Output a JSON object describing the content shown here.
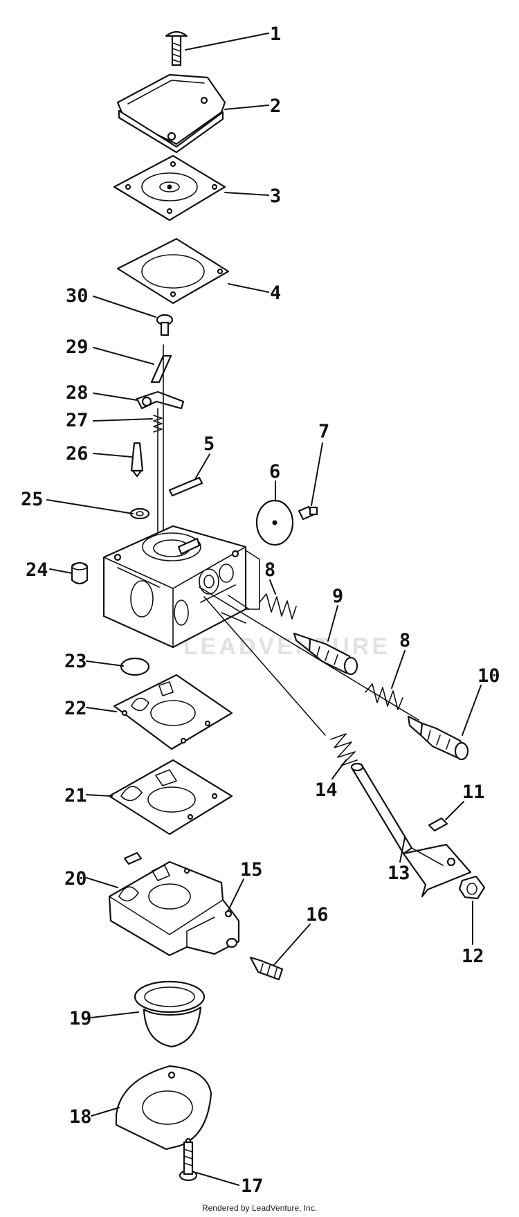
{
  "diagram": {
    "callouts": [
      "1",
      "2",
      "3",
      "4",
      "5",
      "6",
      "7",
      "8",
      "9",
      "8",
      "10",
      "11",
      "12",
      "13",
      "14",
      "15",
      "16",
      "17",
      "18",
      "19",
      "20",
      "21",
      "22",
      "23",
      "24",
      "25",
      "26",
      "27",
      "28",
      "29",
      "30"
    ],
    "watermark": "LEADVENTURE"
  },
  "footer": {
    "text": "Rendered by LeadVenture, Inc."
  }
}
